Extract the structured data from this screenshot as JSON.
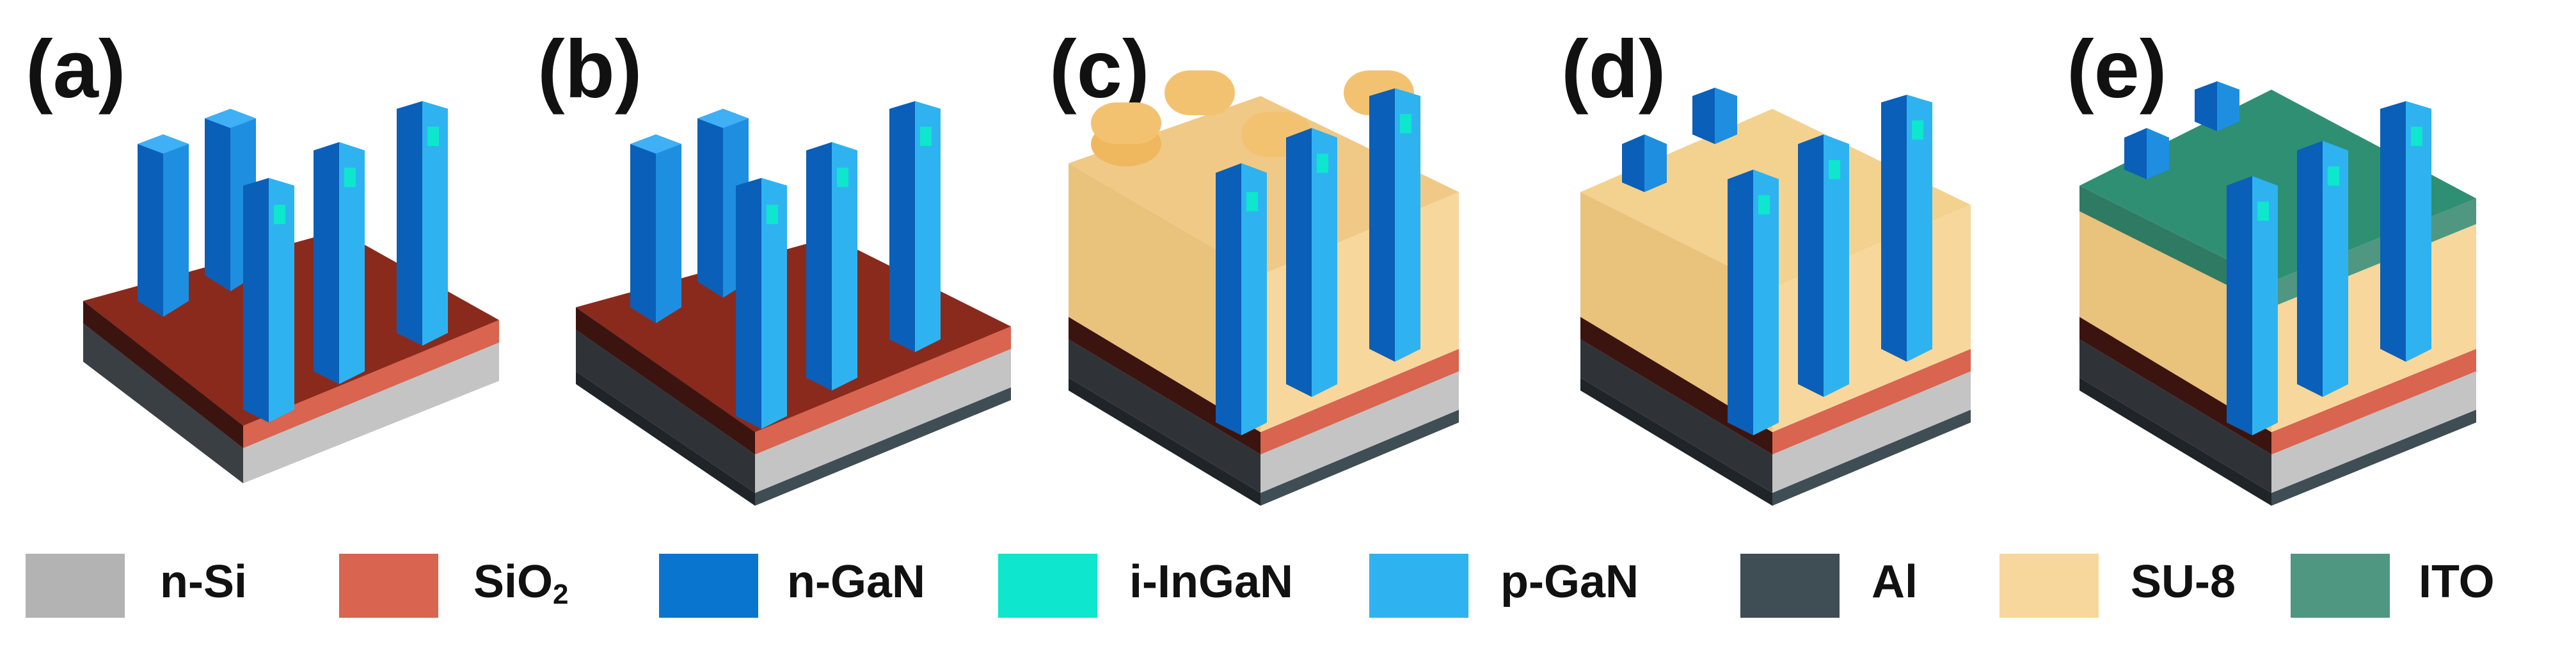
{
  "panels": [
    {
      "label": "(a)",
      "stage": "etched"
    },
    {
      "label": "(b)",
      "stage": "aluminum"
    },
    {
      "label": "(c)",
      "stage": "su8-coated"
    },
    {
      "label": "(d)",
      "stage": "su8-etched"
    },
    {
      "label": "(e)",
      "stage": "ito-deposited"
    }
  ],
  "legend": [
    {
      "label": "n-Si",
      "sub": "",
      "color": "#b3b3b3"
    },
    {
      "label": "SiO",
      "sub": "2",
      "color": "#d9644f"
    },
    {
      "label": "n-GaN",
      "sub": "",
      "color": "#0a75cf"
    },
    {
      "label": "i-InGaN",
      "sub": "",
      "color": "#0ee6cd"
    },
    {
      "label": "p-GaN",
      "sub": "",
      "color": "#2fb3f0"
    },
    {
      "label": "Al",
      "sub": "",
      "color": "#3f4d55"
    },
    {
      "label": "SU-8",
      "sub": "",
      "color": "#f7d79b"
    },
    {
      "label": "ITO",
      "sub": "",
      "color": "#4f9781"
    }
  ]
}
